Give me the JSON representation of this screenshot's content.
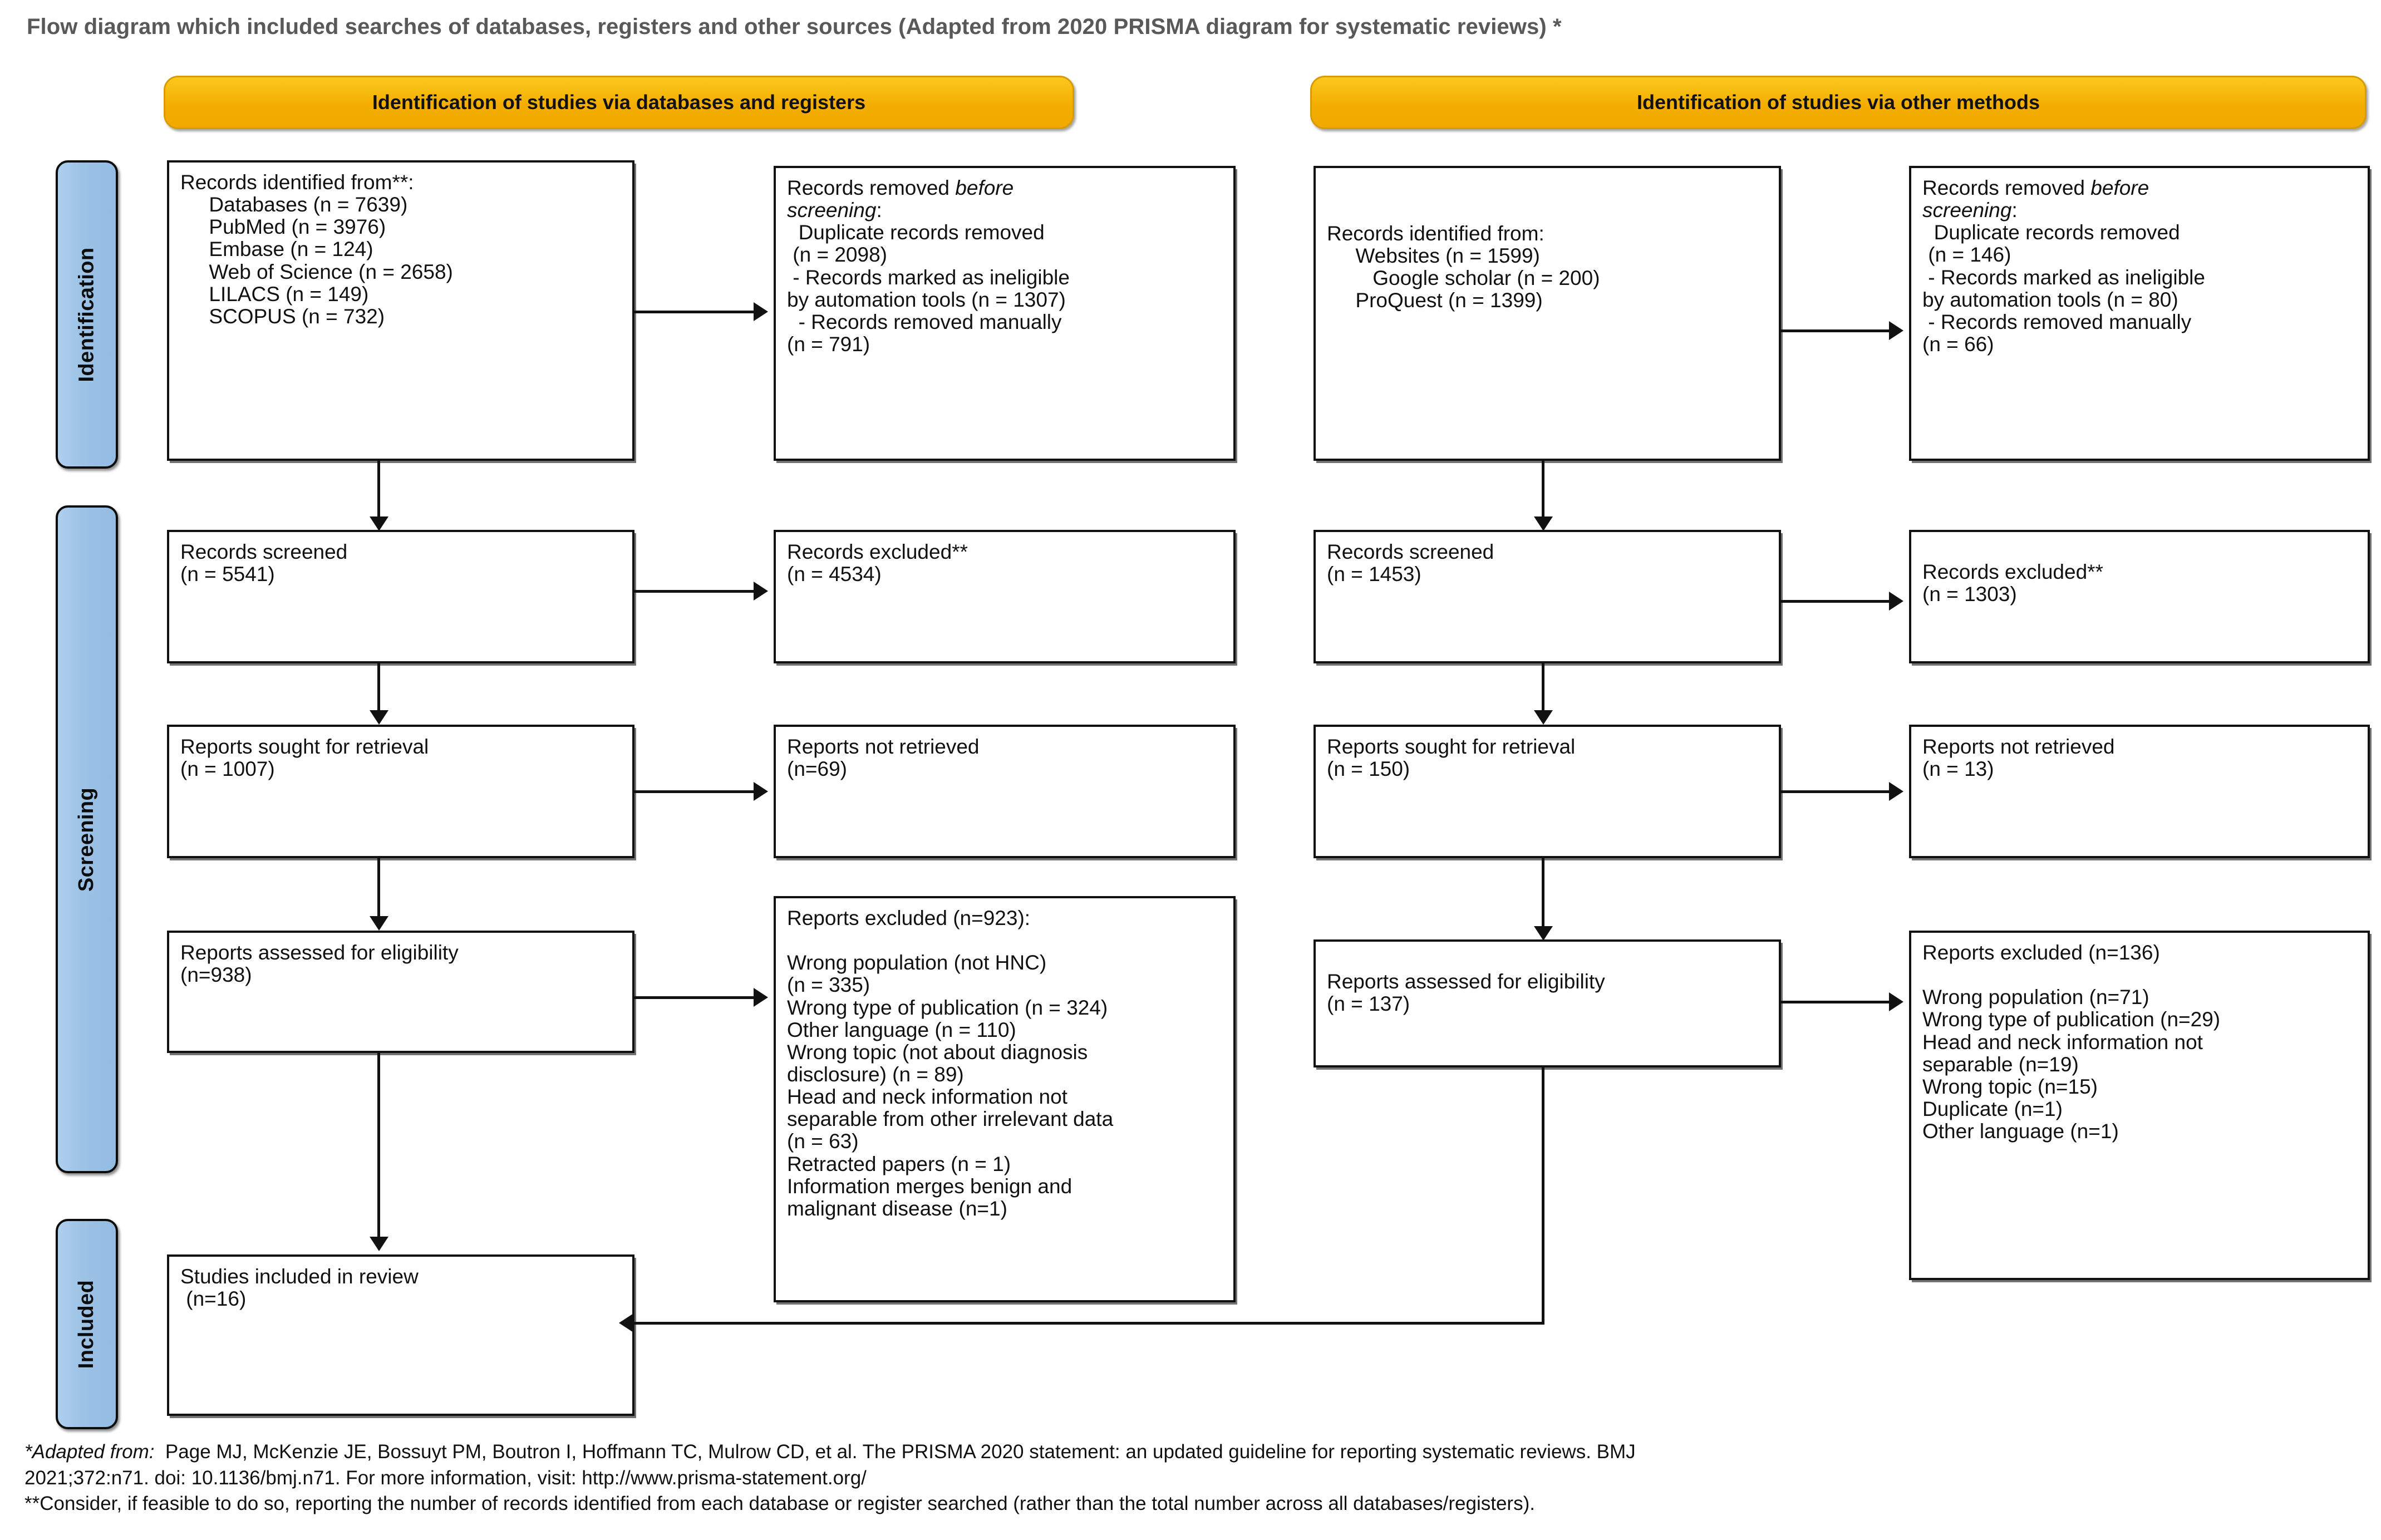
{
  "title": "Flow diagram which included searches of databases, registers and other sources (Adapted from 2020 PRISMA diagram for systematic reviews) *",
  "colors": {
    "header_bar": "#F5B301",
    "stage_label": "#9DC3E6",
    "box_border": "#111111",
    "title_text": "#595959"
  },
  "headers": {
    "left": "Identification of studies via databases and registers",
    "right": "Identification of studies via other methods"
  },
  "stages": {
    "identification": "Identification",
    "screening": "Screening",
    "included": "Included"
  },
  "left_column": {
    "identified": "Records identified from**:\n     Databases (n = 7639)\n     PubMed (n = 3976)\n     Embase (n = 124)\n     Web of Science (n = 2658)\n     LILACS (n = 149)\n     SCOPUS (n = 732)",
    "removed_head": "Records removed ",
    "removed_head_ital": "before",
    "removed_head_ital2": "screening",
    "removed_rest": ":\n  Duplicate records removed\n (n = 2098)\n - Records marked as ineligible\nby automation tools (n = 1307)\n  - Records removed manually\n(n = 791)",
    "screened": "Records screened\n(n = 5541)",
    "records_excluded": "Records excluded**\n(n = 4534)",
    "sought": "Reports sought for retrieval\n(n = 1007)",
    "not_retrieved": "Reports not retrieved\n(n=69)",
    "assessed": "Reports assessed for eligibility\n(n=938)",
    "reports_excluded": "Reports excluded (n=923):\n\nWrong population (not HNC)\n(n = 335)\nWrong type of publication (n = 324)\nOther language (n = 110)\nWrong topic (not about diagnosis\ndisclosure) (n = 89)\nHead and neck information not\nseparable from other irrelevant data\n(n = 63)\nRetracted papers (n = 1)\nInformation merges benign and\nmalignant disease (n=1)",
    "included_studies": "Studies included in review\n (n=16)"
  },
  "right_column": {
    "identified": "Records identified from:\n     Websites (n = 1599)\n        Google scholar (n = 200)\n     ProQuest (n = 1399)",
    "removed_head": "Records removed ",
    "removed_head_ital": "before",
    "removed_head_ital2": "screening",
    "removed_rest": ":\n  Duplicate records removed\n (n = 146)\n - Records marked as ineligible\nby automation tools (n = 80)\n - Records removed manually\n(n = 66)",
    "screened": "Records screened\n(n = 1453)",
    "records_excluded": "Records excluded**\n(n = 1303)",
    "sought": "Reports sought for retrieval\n(n = 150)",
    "not_retrieved": "Reports not retrieved\n(n = 13)",
    "assessed": "Reports assessed for eligibility\n(n = 137)",
    "reports_excluded": "Reports excluded (n=136)\n\nWrong population (n=71)\nWrong type of publication (n=29)\nHead and neck information not\nseparable (n=19)\nWrong topic (n=15)\nDuplicate (n=1)\nOther language (n=1)"
  },
  "footnotes": {
    "line1_ital": "*Adapted from:",
    "line1_rest": "  Page MJ, McKenzie JE, Bossuyt PM, Boutron I, Hoffmann TC, Mulrow CD, et al. The PRISMA 2020 statement: an updated guideline for reporting systematic reviews. BMJ",
    "line2": "2021;372:n71. doi: 10.1136/bmj.n71. For more information, visit: http://www.prisma-statement.org/",
    "line3": "**Consider, if feasible to do so, reporting the number of records identified from each database or register searched (rather than the total number across all databases/registers)."
  }
}
